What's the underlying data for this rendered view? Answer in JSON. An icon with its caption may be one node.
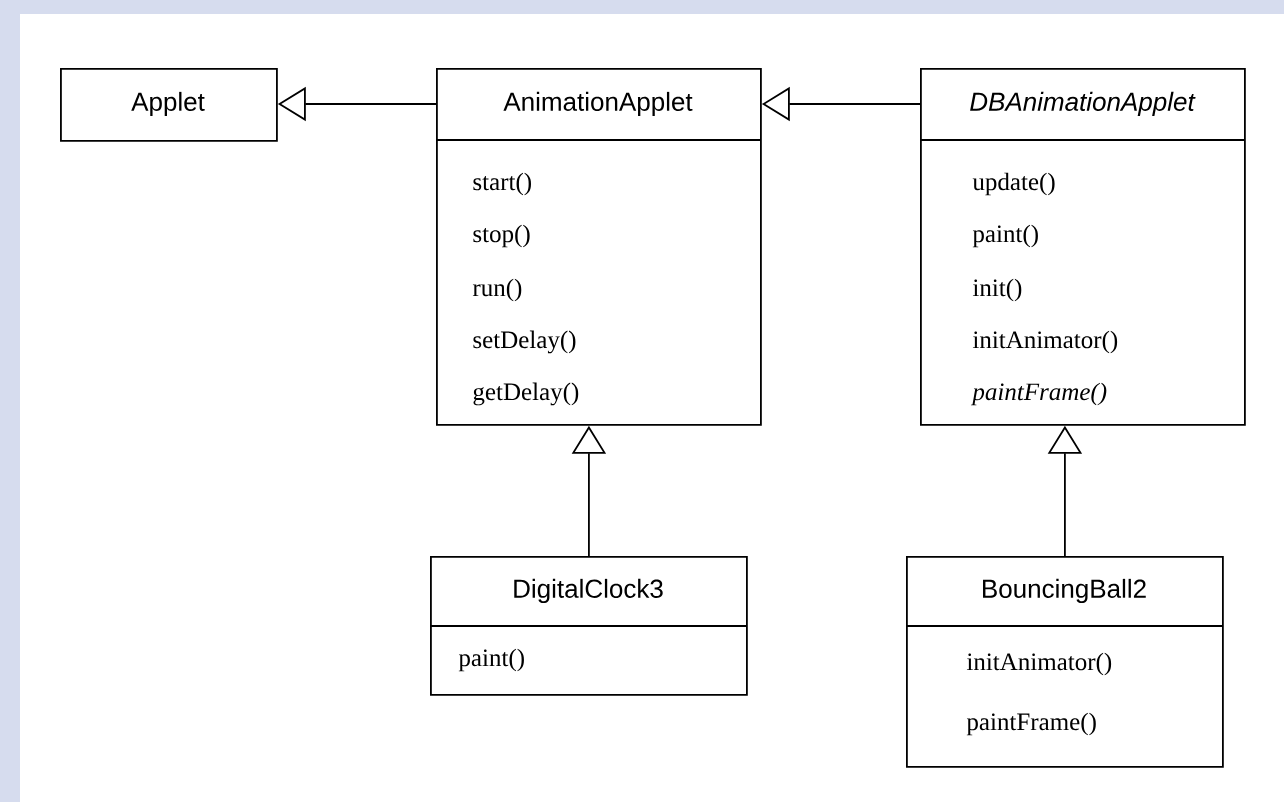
{
  "diagram": {
    "nodes": [
      {
        "text": [
          "Applet"
        ]
      },
      {
        "text": [
          "AnimationApplet",
          "start()",
          "stop()",
          "run()",
          "setDelay()",
          "getDelay()"
        ]
      },
      {
        "text": [
          "DBAnimationApplet",
          "update()",
          "paint()",
          "init()",
          "initAnimator()",
          "paintFrame()"
        ]
      },
      {
        "text": [
          "DigitalClock3",
          "paint()"
        ]
      },
      {
        "text": [
          "BouncingBall2",
          "initAnimator()",
          "paintFrame()"
        ]
      }
    ],
    "edges": [
      {
        "from": 1,
        "to": 0,
        "arrow": "to"
      },
      {
        "from": 2,
        "to": 1,
        "arrow": "to"
      },
      {
        "from": 3,
        "to": 1,
        "arrow": "to"
      },
      {
        "from": 4,
        "to": 2,
        "arrow": "to"
      }
    ]
  }
}
